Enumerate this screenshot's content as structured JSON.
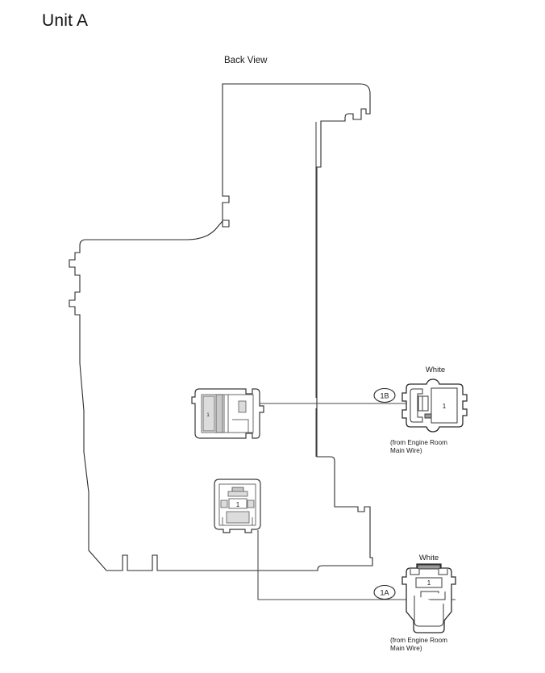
{
  "page": {
    "title": "Unit A",
    "view_label": "Back View"
  },
  "unit": {
    "sockets": [
      {
        "name": "upper-socket",
        "cavity_label": "1"
      },
      {
        "name": "lower-socket",
        "cavity_label": "1"
      }
    ]
  },
  "connectors": [
    {
      "id": "1B",
      "callout": "1B",
      "color_label": "White",
      "cavity_label": "1",
      "caption_line1": "(from Engine Room",
      "caption_line2": "Main Wire)",
      "orientation": "horizontal"
    },
    {
      "id": "1A",
      "callout": "1A",
      "color_label": "White",
      "cavity_label": "1",
      "caption_line1": "(from Engine Room",
      "caption_line2": "Main Wire)",
      "orientation": "vertical"
    }
  ],
  "colors": {
    "line": "#2b2b2b",
    "inner_line": "#4a4a4a",
    "fill": "#ffffff",
    "shade": "#e8e8e8",
    "text": "#1a1a1a"
  }
}
